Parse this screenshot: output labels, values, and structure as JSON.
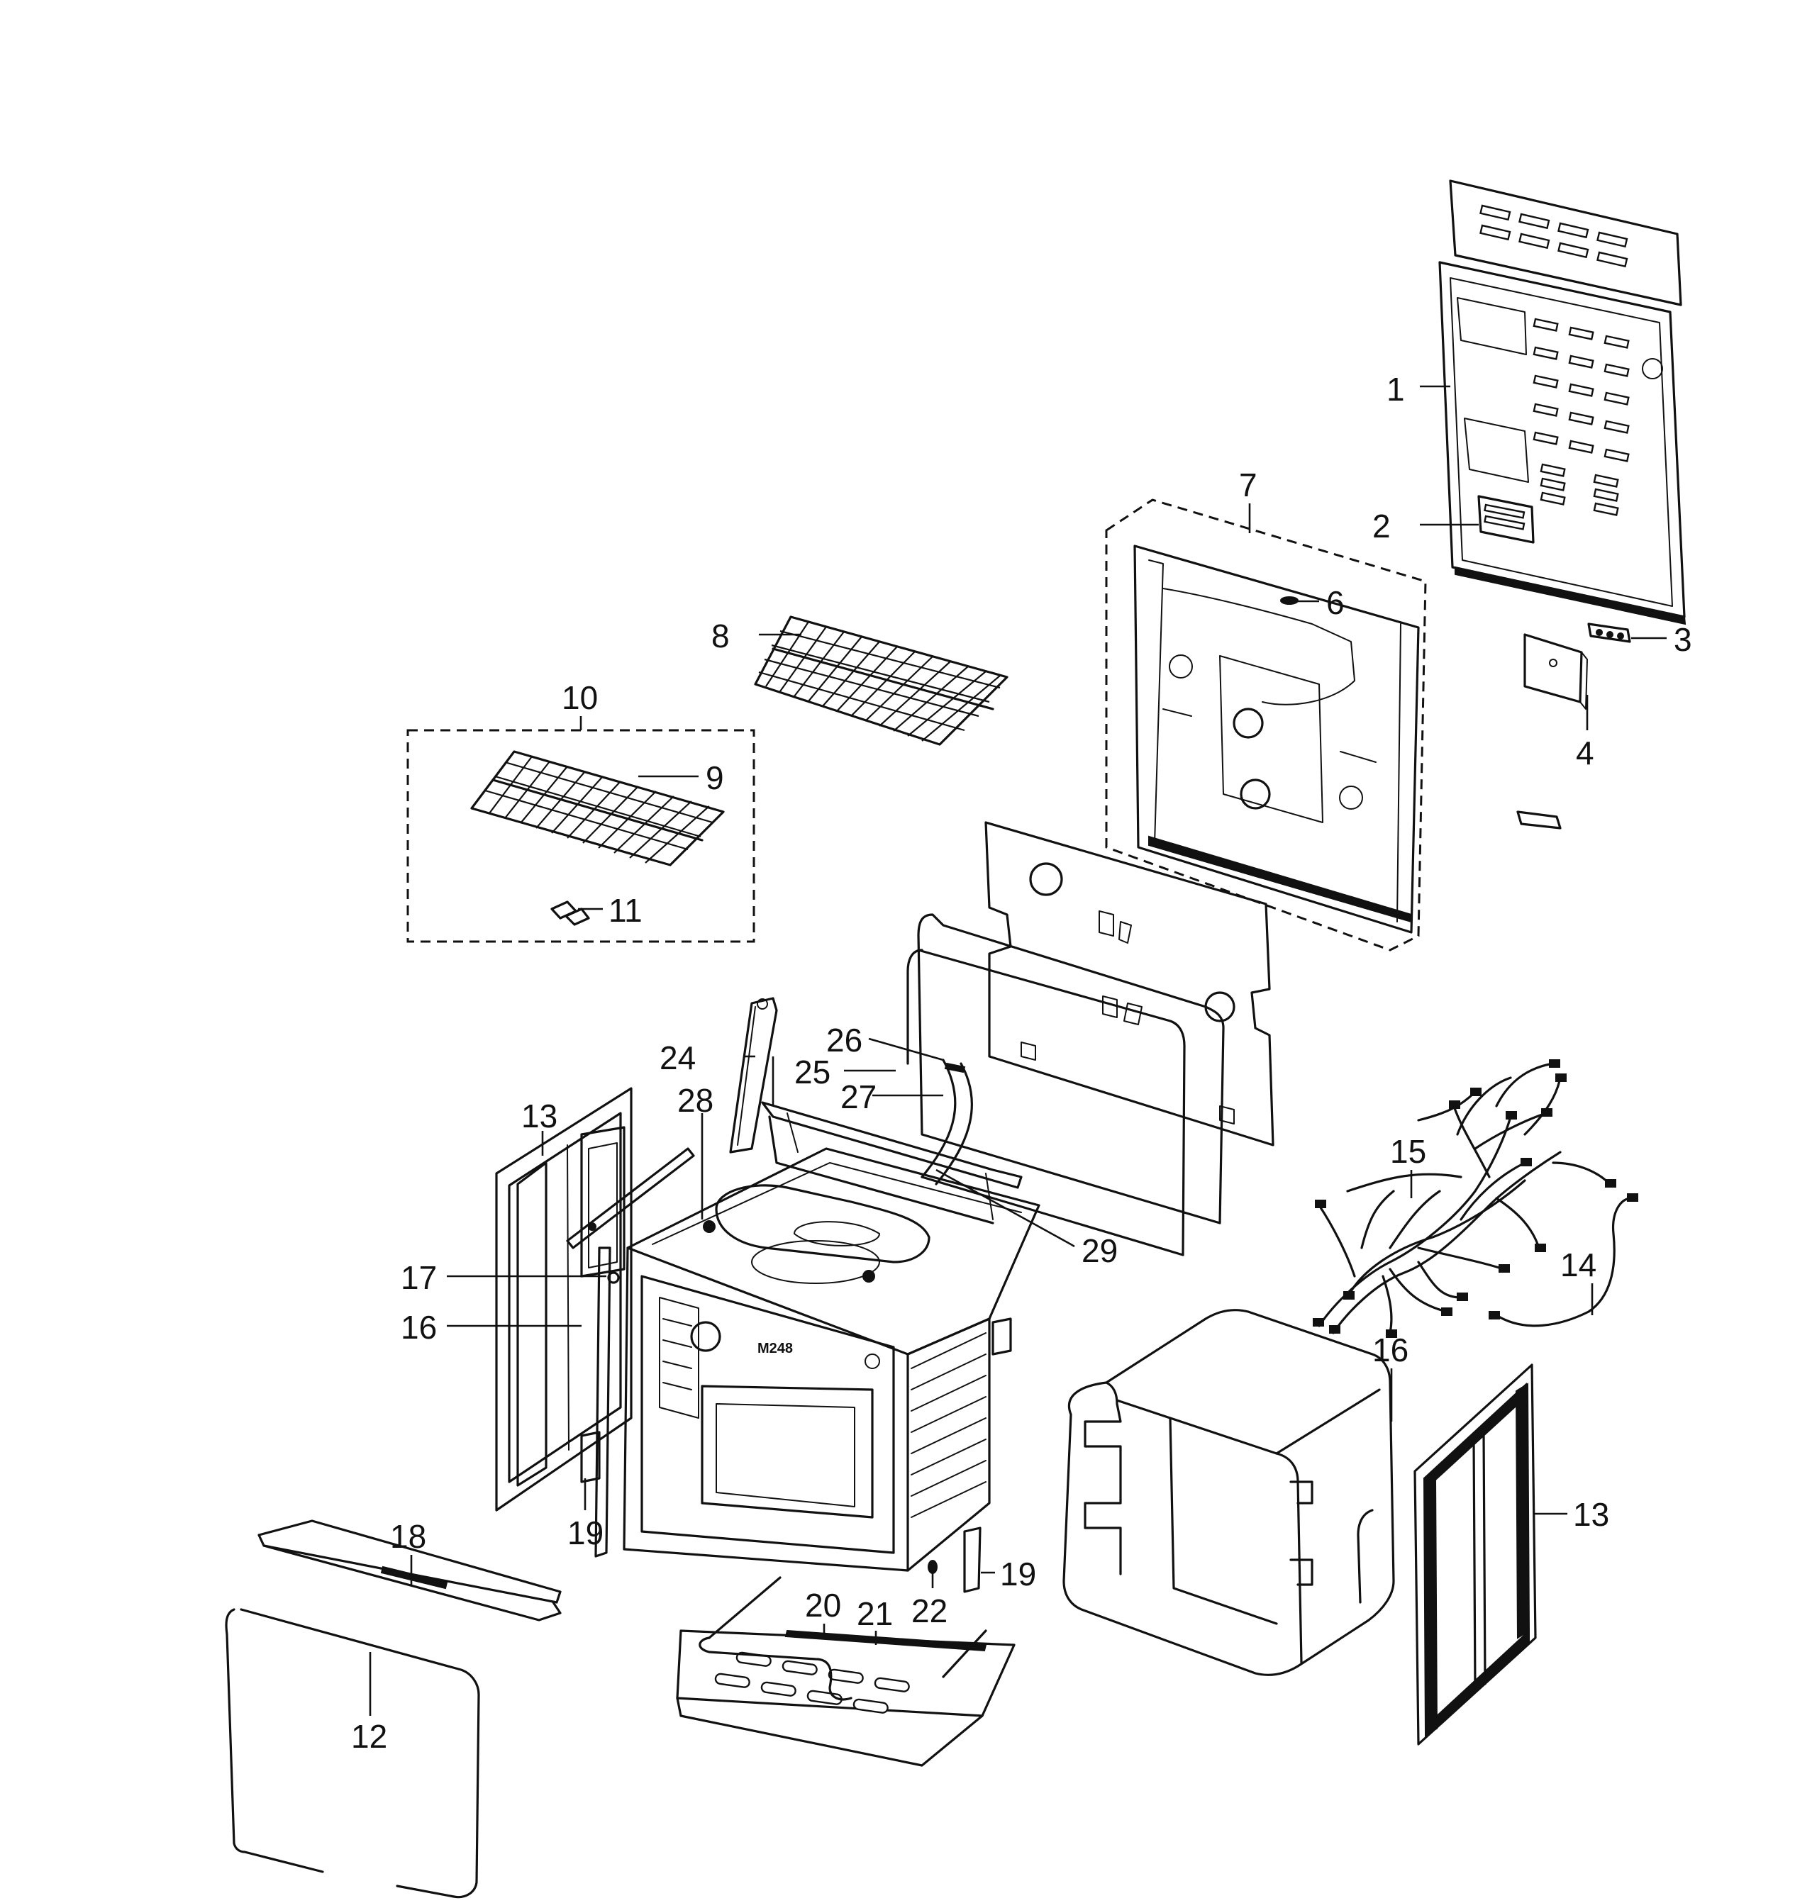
{
  "diagram": {
    "callouts": [
      "1",
      "2",
      "3",
      "4",
      "6",
      "7",
      "8",
      "9",
      "10",
      "11",
      "12",
      "13",
      "13",
      "14",
      "15",
      "16",
      "16",
      "17",
      "18",
      "19",
      "19",
      "20",
      "21",
      "22",
      "24",
      "25",
      "26",
      "27",
      "28",
      "29"
    ],
    "cavity_label": "M248"
  }
}
